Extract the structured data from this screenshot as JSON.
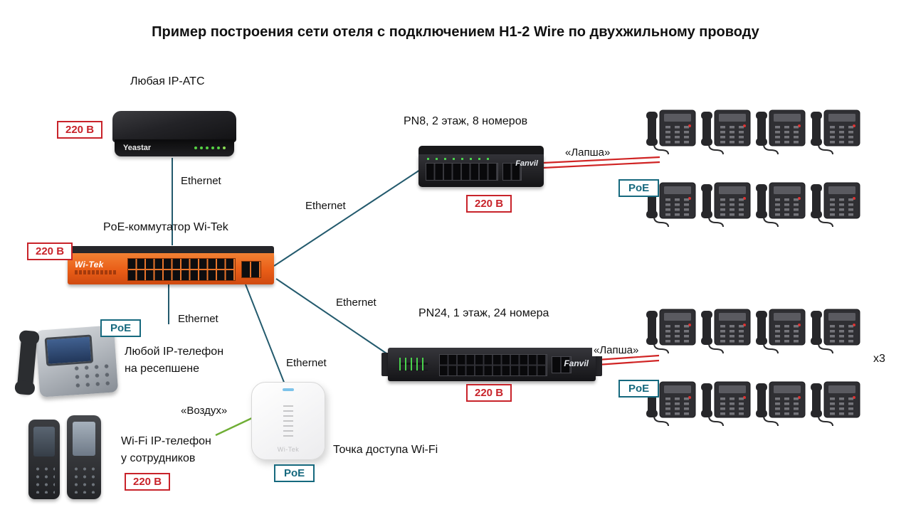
{
  "title": "Пример построения сети отеля с подключением H1-2 Wire по двухжильному проводу",
  "labels": {
    "pbx": "Любая IP-АТС",
    "pbx_brand": "Yeastar",
    "switch": "PoE-коммутатор Wi-Tek",
    "switch_brand": "Wi-Tek",
    "pn8": "PN8, 2 этаж, 8 номеров",
    "pn24": "PN24, 1 этаж, 24 номера",
    "fanvil_brand": "Fanvil",
    "reception_line1": "Любой IP-телефон",
    "reception_line2": "на ресепшене",
    "wifi_line1": "Wi-Fi IP-телефон",
    "wifi_line2": "у сотрудников",
    "ap": "Точка доступа Wi-Fi",
    "ap_brand": "Wi-Tek",
    "multiplier": "x3"
  },
  "badges": {
    "power": "220 В",
    "poe": "PoE"
  },
  "connections": {
    "ethernet": "Ethernet",
    "lapsha": "«Лапша»",
    "air": "«Воздух»"
  },
  "phone_groups": [
    {
      "count": 8
    },
    {
      "count": 8
    }
  ],
  "colors": {
    "power_red": "#c8232a",
    "poe_teal": "#16697e",
    "line_teal": "#235a6d",
    "lapsha_red": "#d02424",
    "air_green": "#6fae35",
    "switch_orange": "#e95d17"
  }
}
